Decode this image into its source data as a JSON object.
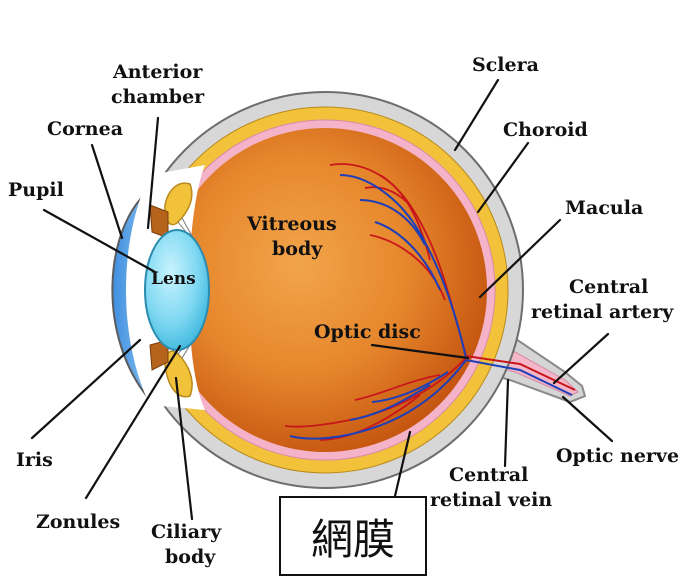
{
  "labels": {
    "anterior_chamber_1": "Anterior",
    "anterior_chamber_2": "chamber",
    "cornea": "Cornea",
    "pupil": "Pupil",
    "lens": "Lens",
    "vitreous_1": "Vitreous",
    "vitreous_2": "body",
    "sclera": "Sclera",
    "choroid": "Choroid",
    "macula": "Macula",
    "central_artery_1": "Central",
    "central_artery_2": "retinal artery",
    "optic_disc": "Optic disc",
    "optic_nerve": "Optic nerve",
    "central_vein_1": "Central",
    "central_vein_2": "retinal vein",
    "iris": "Iris",
    "zonules": "Zonules",
    "ciliary_1": "Ciliary",
    "ciliary_2": "body"
  },
  "overlay_label": "網膜",
  "colors": {
    "sclera": "#d7d7d7",
    "choroid": "#f2c23a",
    "retina": "#f4b3c8",
    "vitreous_center": "#ef9a37",
    "vitreous_edge": "#c4540f",
    "lens": "#8fe0f5",
    "cornea": "#5aa8e8",
    "artery": "#c8161b",
    "vein": "#1d3fb8"
  }
}
